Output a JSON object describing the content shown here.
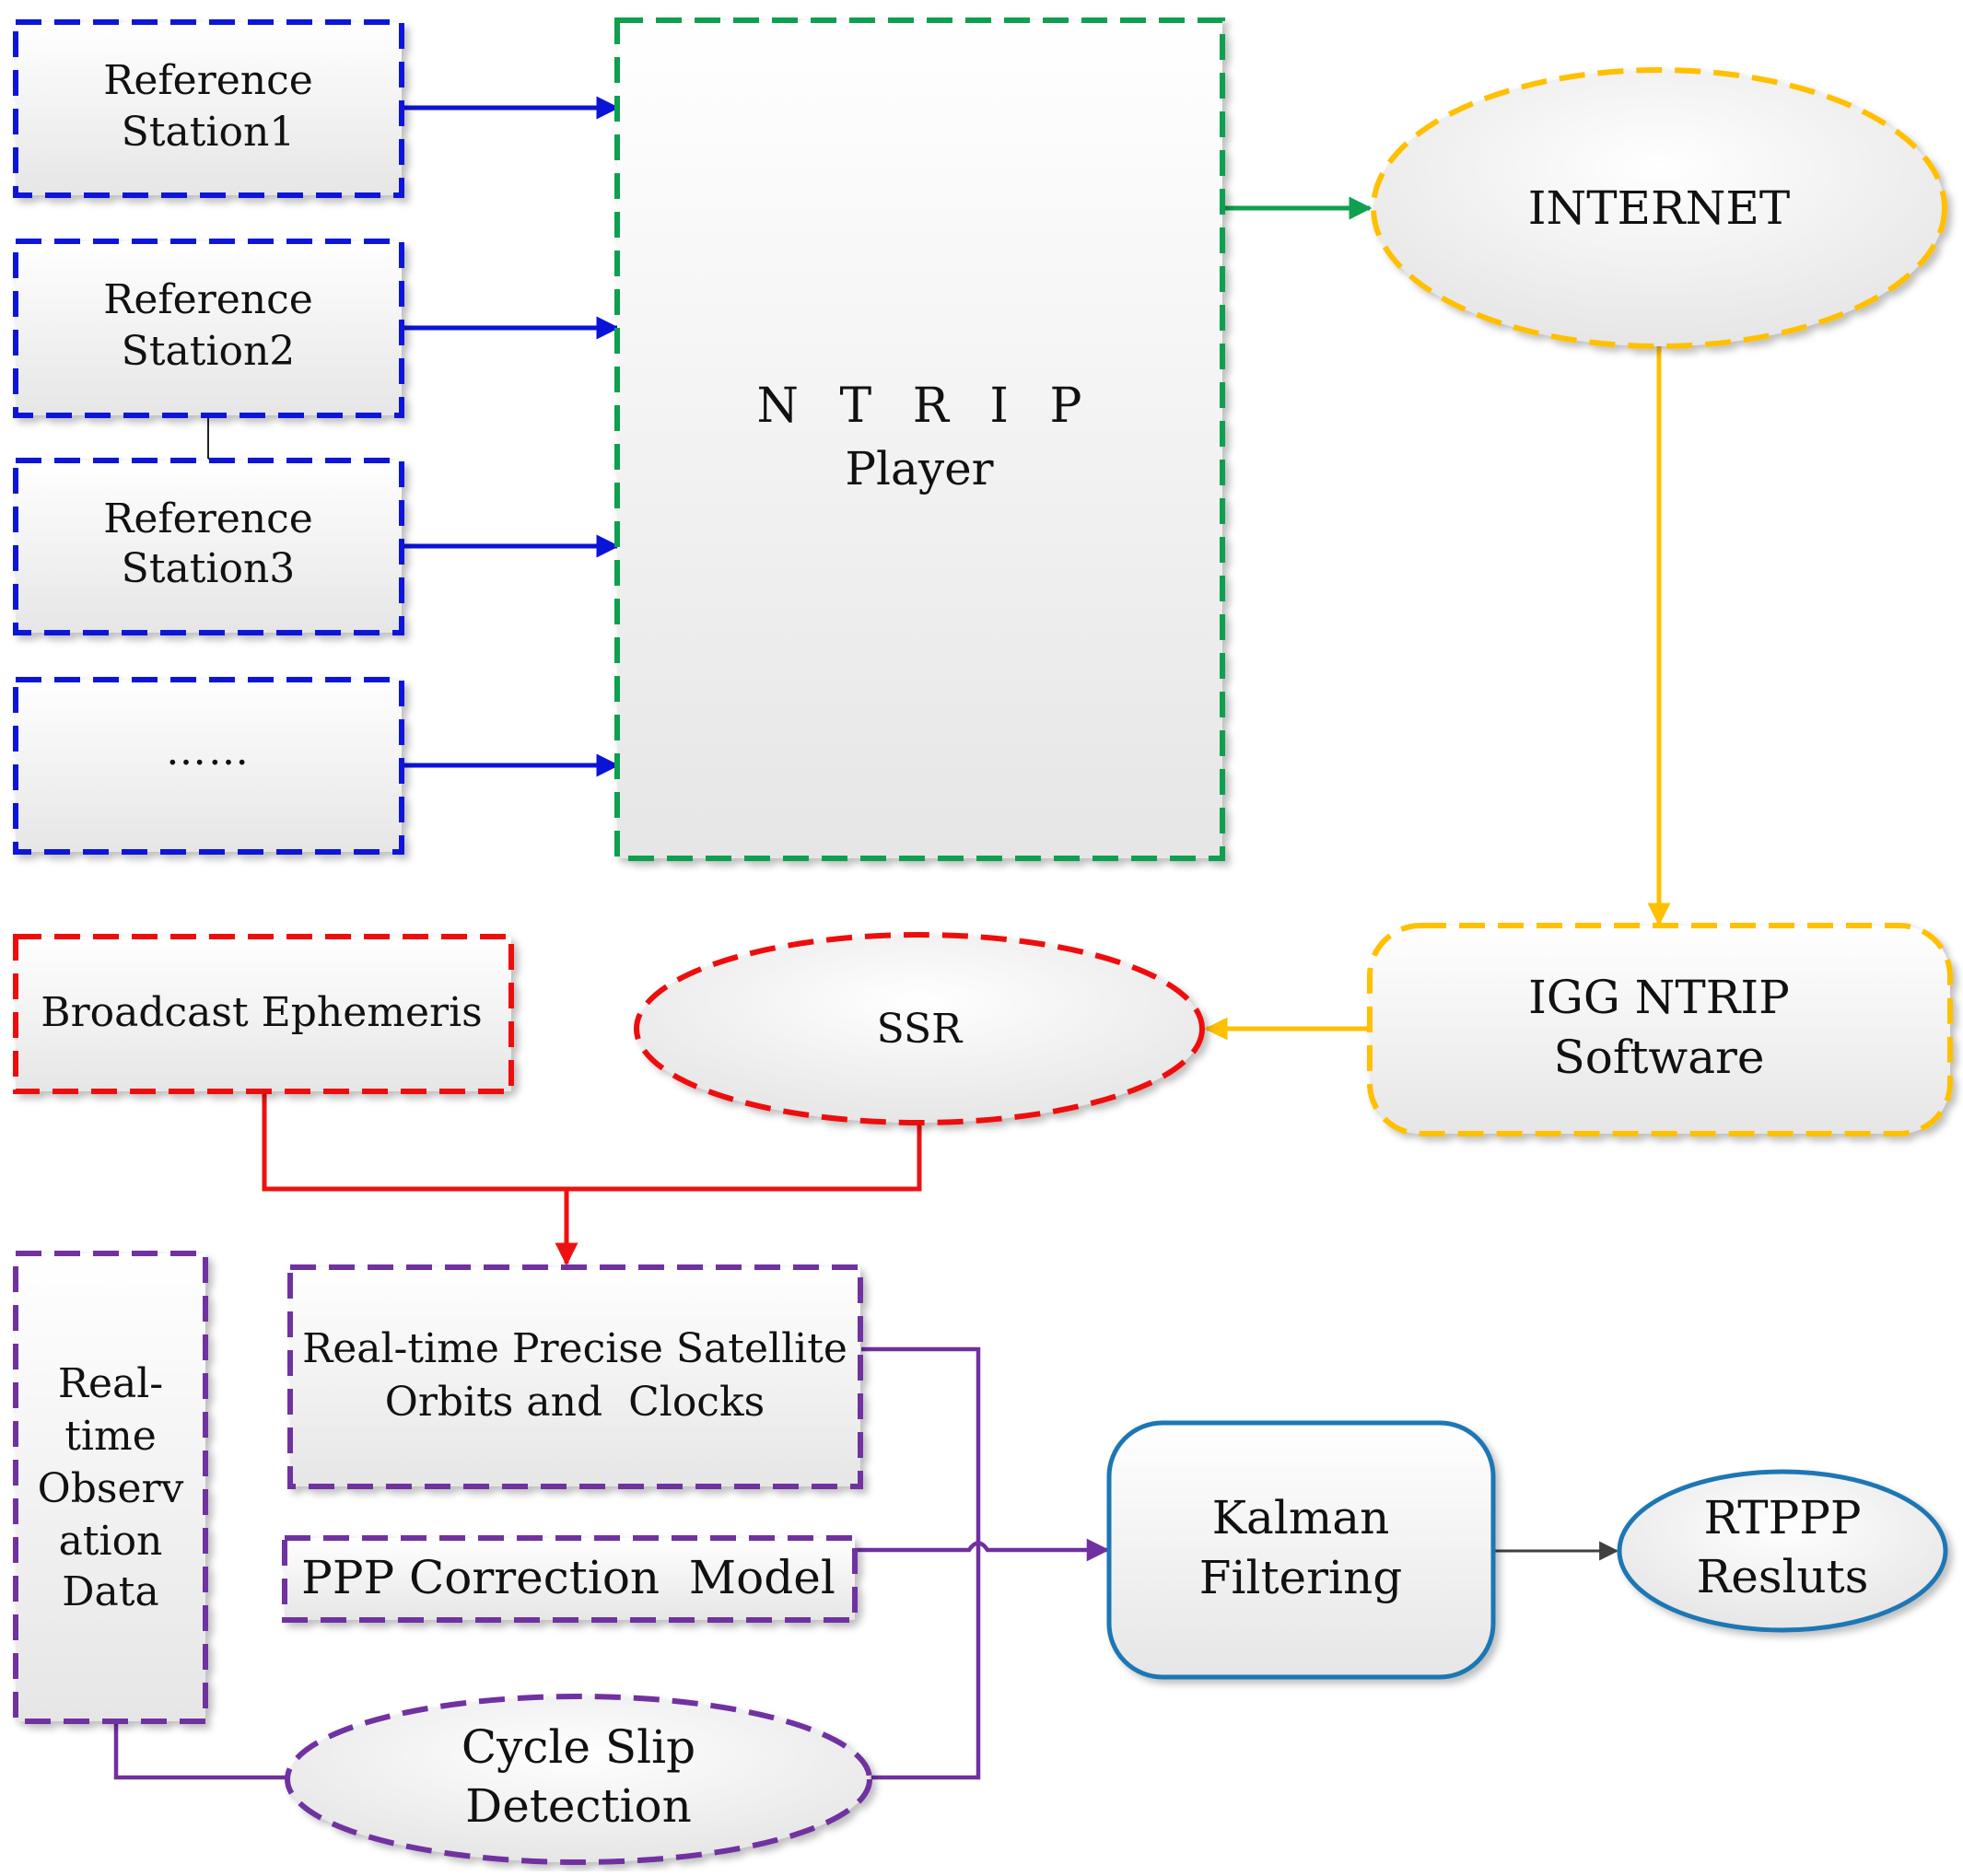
{
  "nodes": {
    "ref_station_1": {
      "lines": [
        "Reference",
        "Station1"
      ]
    },
    "ref_station_2": {
      "lines": [
        "Reference",
        "Station2"
      ]
    },
    "ref_station_3": {
      "lines": [
        "Reference",
        "Station3"
      ]
    },
    "ref_station_more": {
      "lines": [
        "……"
      ]
    },
    "ntrip_player": {
      "lines": [
        "N T R I P",
        "Player"
      ]
    },
    "internet": {
      "lines": [
        "INTERNET"
      ]
    },
    "igg_ntrip_software": {
      "lines": [
        "IGG NTRIP",
        "Software"
      ]
    },
    "ssr": {
      "lines": [
        "SSR"
      ]
    },
    "broadcast_ephemeris": {
      "lines": [
        "Broadcast Ephemeris"
      ]
    },
    "realtime_orbits_clocks": {
      "lines": [
        "Real-time Precise Satellite",
        "Orbits and  Clocks"
      ]
    },
    "ppp_correction_model": {
      "lines": [
        "PPP Correction  Model"
      ]
    },
    "realtime_observation_data": {
      "lines": [
        "Real-",
        "time",
        "Observ",
        "ation",
        "Data"
      ]
    },
    "cycle_slip_detection": {
      "lines": [
        "Cycle Slip",
        "Detection"
      ]
    },
    "kalman_filtering": {
      "lines": [
        "Kalman",
        "Filtering"
      ]
    },
    "rtppp_results": {
      "lines": [
        "RTPPP",
        "Resluts"
      ]
    }
  },
  "colors": {
    "blue": "#0a14d8",
    "green": "#11a050",
    "orange": "#ffc000",
    "red": "#ee1111",
    "purple": "#7030a0",
    "steel_blue": "#1f77b4",
    "dark_gray": "#404040"
  }
}
